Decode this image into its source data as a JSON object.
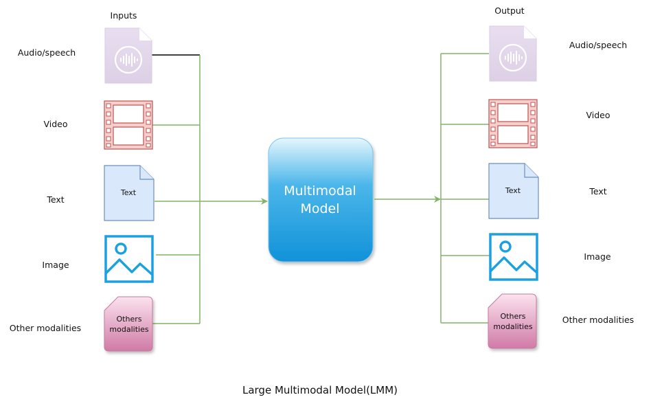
{
  "inputs_heading": "Inputs",
  "outputs_heading": "Output",
  "inputs": [
    {
      "label": "Audio/speech",
      "icon": "audio-file-icon"
    },
    {
      "label": "Video",
      "icon": "film-strip-icon"
    },
    {
      "label": "Text",
      "icon": "text-document-icon",
      "icon_text": "Text"
    },
    {
      "label": "Image",
      "icon": "image-icon"
    },
    {
      "label": "Other modalities",
      "icon": "card-icon",
      "icon_text": [
        "Others",
        "modalities"
      ]
    }
  ],
  "outputs": [
    {
      "label": "Audio/speech",
      "icon": "audio-file-icon"
    },
    {
      "label": "Video",
      "icon": "film-strip-icon"
    },
    {
      "label": "Text",
      "icon": "text-document-icon",
      "icon_text": "Text"
    },
    {
      "label": "Image",
      "icon": "image-icon"
    },
    {
      "label": "Other modalities",
      "icon": "card-icon",
      "icon_text": [
        "Others",
        "modalities"
      ]
    }
  ],
  "model": {
    "line1": "Multimodal",
    "line2": "Model"
  },
  "caption": "Large Multimodal Model(LMM)",
  "colors": {
    "connector": "#82b366",
    "audio_fill": "#e1d5e7",
    "video_fill": "#f8cecc",
    "video_stroke": "#b85450",
    "text_fill": "#dae8fc",
    "text_stroke": "#6c8ebf",
    "image_stroke": "#1ba1e2",
    "model_fill": "#1ba1e2",
    "card_fill": "#e6a0c4"
  }
}
